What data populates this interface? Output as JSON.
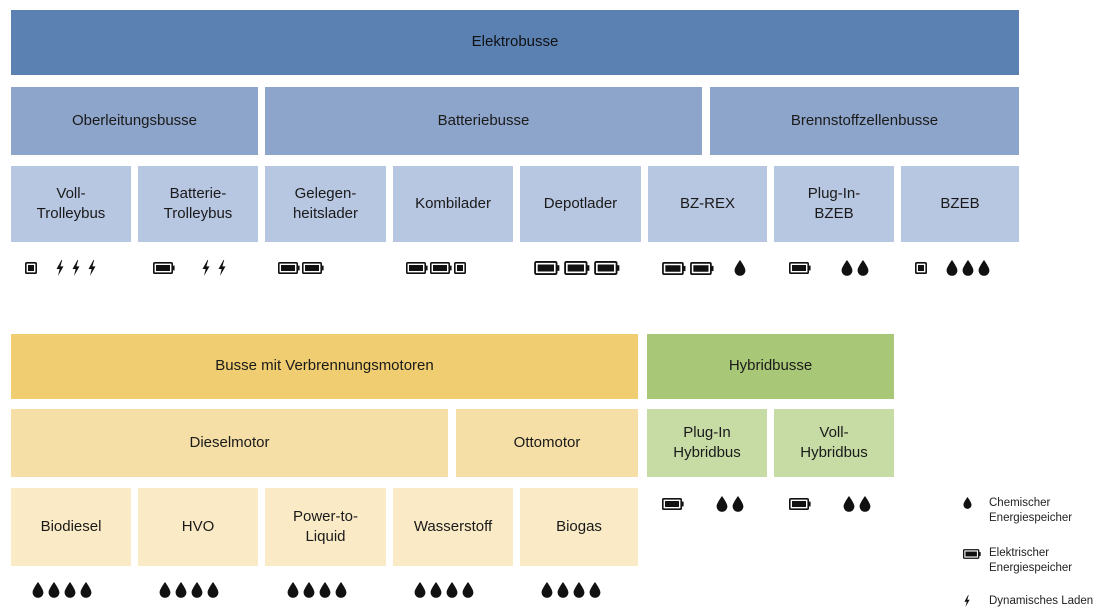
{
  "elektro": {
    "title": "Elektrobusse",
    "groups": {
      "oberleitung": "Oberleitungsbusse",
      "batterie": "Batteriebusse",
      "brennstoff": "Brennstoffzellenbusse"
    },
    "types": [
      {
        "line1": "Voll-",
        "line2": "Trolleybus",
        "icons": "1 small battery, 3 dynamic charging"
      },
      {
        "line1": "Batterie-",
        "line2": "Trolleybus",
        "icons": "1 battery, 2 dynamic charging"
      },
      {
        "line1": "Gelegen-",
        "line2": "heitslader",
        "icons": "2 batteries"
      },
      {
        "line1": "Kombilader",
        "line2": "",
        "icons": "2 batteries, 1 small battery"
      },
      {
        "line1": "Depotlader",
        "line2": "",
        "icons": "3 batteries"
      },
      {
        "line1": "BZ-REX",
        "line2": "",
        "icons": "2 batteries, 1 chemical"
      },
      {
        "line1": "Plug-In-",
        "line2": "BZEB",
        "icons": "1 battery, 2 chemical"
      },
      {
        "line1": "BZEB",
        "line2": "",
        "icons": "1 small battery, 3 chemical"
      }
    ]
  },
  "verbrennung": {
    "title": "Busse mit Verbrennungsmotoren",
    "groups": {
      "diesel": "Dieselmotor",
      "otto": "Ottomotor"
    },
    "types": [
      {
        "line1": "Biodiesel",
        "line2": "",
        "icons": "4 chemical"
      },
      {
        "line1": "HVO",
        "line2": "",
        "icons": "4 chemical"
      },
      {
        "line1": "Power-to-",
        "line2": "Liquid",
        "icons": "4 chemical"
      },
      {
        "line1": "Wasserstoff",
        "line2": "",
        "icons": "4 chemical"
      },
      {
        "line1": "Biogas",
        "line2": "",
        "icons": "4 chemical"
      }
    ]
  },
  "hybrid": {
    "title": "Hybridbusse",
    "types": [
      {
        "line1": "Plug-In",
        "line2": "Hybridbus",
        "icons": "1 battery, 2 chemical"
      },
      {
        "line1": "Voll-",
        "line2": "Hybridbus",
        "icons": "1 battery, 2 chemical"
      }
    ]
  },
  "legend": {
    "chemisch": {
      "line1": "Chemischer",
      "line2": "Energiespeicher"
    },
    "elektrisch": {
      "line1": "Elektrischer",
      "line2": "Energiespeicher"
    },
    "dynamisch": {
      "line1": "Dynamisches Laden"
    }
  },
  "colors": {
    "elektro_top": "#5b80b2",
    "elektro_mid": "#8ea5cb",
    "elektro_low": "#b7c6e1",
    "verbrennung_top": "#efcd70",
    "verbrennung_mid": "#f5dfa6",
    "verbrennung_low": "#faebc6",
    "hybrid_top": "#a8c777",
    "hybrid_low": "#c7dca5",
    "icon": "#111111"
  }
}
